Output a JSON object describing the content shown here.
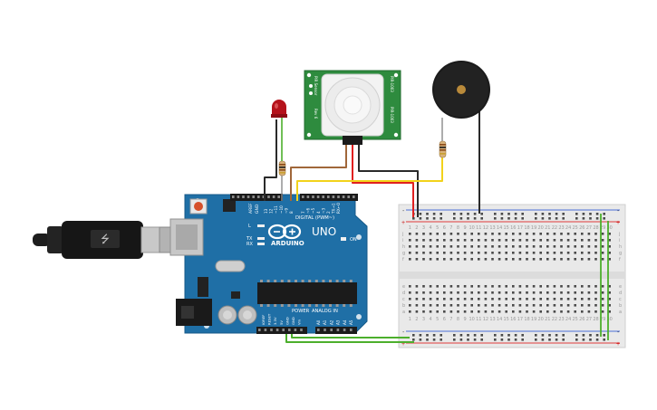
{
  "arduino": {
    "brand": "ARDUINO",
    "model": "UNO",
    "digital_label": "DIGITAL (PWM~)",
    "analog_label": "ANALOG IN",
    "power_label": "POWER",
    "on_label": "ON",
    "led_l": "L",
    "led_tx": "TX",
    "led_rx": "RX",
    "aref": "AREF",
    "gnd": "GND",
    "digital_pins": [
      "13",
      "12",
      "~11",
      "~10",
      "~9",
      "8",
      "7",
      "~6",
      "~5",
      "4",
      "~3",
      "2",
      "TX→1",
      "RX←0"
    ],
    "power_pins": [
      "IOREF",
      "RESET",
      "3.3V",
      "5V",
      "GND",
      "GND",
      "Vin"
    ],
    "analog_pins": [
      "A0",
      "A1",
      "A2",
      "A3",
      "A4",
      "A5"
    ],
    "color": "#1f6fa6"
  },
  "pir_sensor": {
    "left_text": "PIR Sensor",
    "left_text2": "Rev 6",
    "right_text": "PIR-1003",
    "right_text2": "PIR-1003",
    "board_color": "#2e8b3e"
  },
  "breadboard": {
    "row_letters_top": [
      "j",
      "i",
      "h",
      "g",
      "f"
    ],
    "row_letters_bottom": [
      "e",
      "d",
      "c",
      "b",
      "a"
    ],
    "plus": "+",
    "minus": "-"
  },
  "wire_colors": {
    "red": "#e02020",
    "black": "#2a2a2a",
    "yellow": "#f2d21b",
    "brown": "#a0673a",
    "green": "#4caf2c"
  }
}
